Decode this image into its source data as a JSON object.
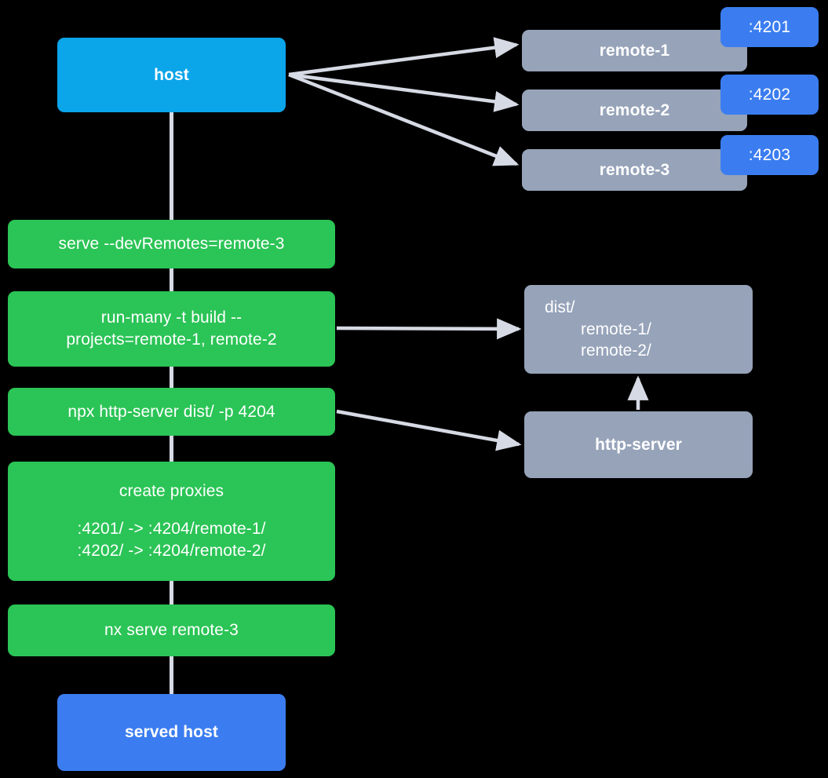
{
  "diagram": {
    "title": "Nx host and remotes serve flow",
    "type": "flow-diagram",
    "background": "#000000",
    "edge_color": "#D6DAE4",
    "colors": {
      "host": "#0BA5E9",
      "served_host": "#3B7DF0",
      "port_badge": "#3B7DF0",
      "remote": "#96A3B9",
      "command": "#2BC456",
      "text": "#FFFFFF"
    }
  },
  "nodes": {
    "host": {
      "label": "host"
    },
    "remotes": [
      {
        "label": "remote-1",
        "port": ":4201"
      },
      {
        "label": "remote-2",
        "port": ":4202"
      },
      {
        "label": "remote-3",
        "port": ":4203"
      }
    ],
    "commands": [
      {
        "id": "serve",
        "lines": [
          "serve --devRemotes=remote-3"
        ]
      },
      {
        "id": "run-many",
        "lines": [
          "run-many -t build --",
          "projects=remote-1, remote-2"
        ]
      },
      {
        "id": "http-server-cmd",
        "lines": [
          "npx http-server dist/ -p 4204"
        ]
      },
      {
        "id": "create-proxies",
        "lines": [
          "create proxies",
          "",
          ":4201/ -> :4204/remote-1/",
          ":4202/ -> :4204/remote-2/"
        ]
      },
      {
        "id": "nx-serve",
        "lines": [
          "nx serve remote-3"
        ]
      }
    ],
    "dist": {
      "root": "dist/",
      "children": [
        "remote-1/",
        "remote-2/"
      ]
    },
    "http_server": {
      "label": "http-server"
    },
    "served_host": {
      "label": "served host"
    }
  },
  "edges": [
    {
      "from": "host",
      "to": "remote-1",
      "kind": "arrow"
    },
    {
      "from": "host",
      "to": "remote-2",
      "kind": "arrow"
    },
    {
      "from": "host",
      "to": "remote-3",
      "kind": "arrow"
    },
    {
      "from": "host",
      "to": "served-host",
      "kind": "line"
    },
    {
      "from": "run-many",
      "to": "dist",
      "kind": "arrow"
    },
    {
      "from": "http-server-cmd",
      "to": "http-server",
      "kind": "arrow"
    },
    {
      "from": "http-server",
      "to": "dist",
      "kind": "arrow"
    }
  ]
}
